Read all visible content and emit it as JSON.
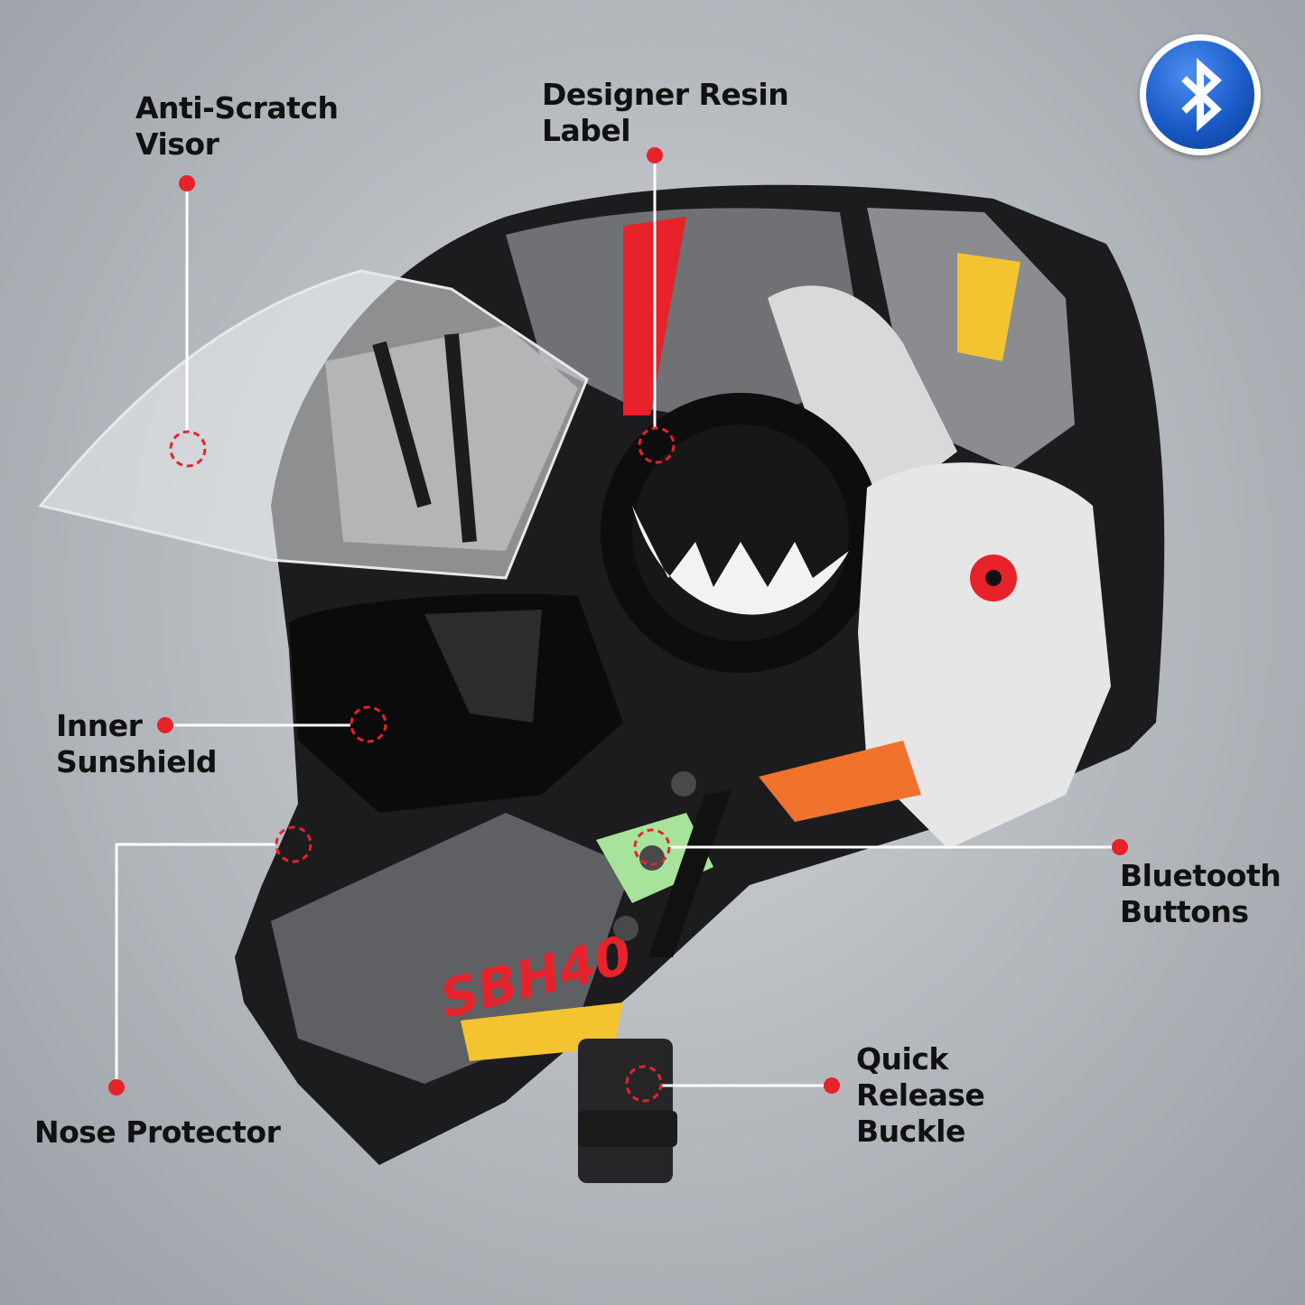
{
  "callouts": {
    "visor": "Anti-Scratch\nVisor",
    "resin_label": "Designer Resin\nLabel",
    "sunshield": "Inner\nSunshield",
    "nose": "Nose Protector",
    "bluetooth_buttons": "Bluetooth\nButtons",
    "buckle": "Quick\nRelease\nBuckle"
  },
  "helmet_logo": "SBH40",
  "badge": {
    "icon": "bluetooth-icon"
  },
  "colors": {
    "accent_red": "#e8222a",
    "bluetooth_blue": "#1a5bc8"
  }
}
